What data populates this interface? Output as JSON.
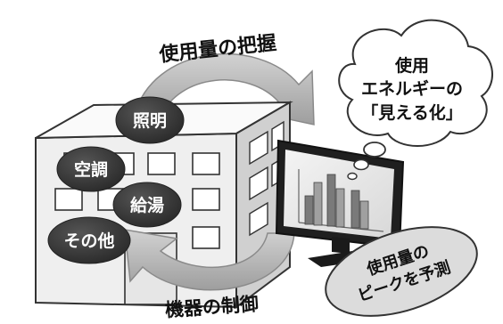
{
  "labels": {
    "top_arrow": "使用量の把握",
    "bottom_arrow": "機器の制御",
    "bubble_lighting": "照明",
    "bubble_ac": "空調",
    "bubble_hot_water": "給湯",
    "bubble_other": "その他",
    "cloud_line1": "使用",
    "cloud_line2": "エネルギーの",
    "cloud_line3": "「見える化」",
    "oval_line1": "使用量の",
    "oval_line2": "ピークを予測"
  },
  "colors": {
    "bubble_fill": "#3a3a3a",
    "bubble_text": "#ffffff",
    "arrow_fill": "#b9b9b9",
    "building_front": "#efefef",
    "building_side": "#d4d4d4",
    "monitor_frame": "#222222"
  },
  "icons": [
    "building-icon",
    "monitor-icon",
    "bar-chart-icon",
    "thought-cloud-icon"
  ]
}
